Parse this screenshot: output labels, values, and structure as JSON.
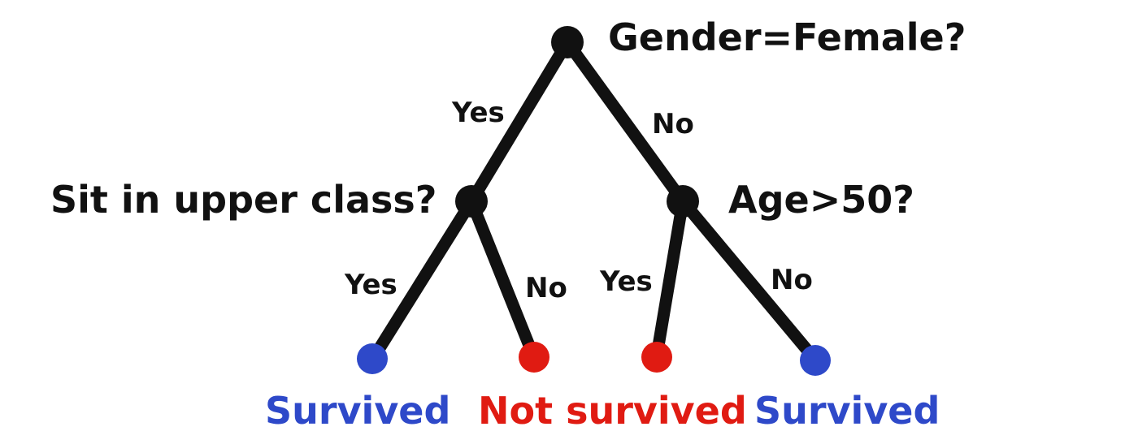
{
  "colors": {
    "node": "#111111",
    "edge": "#111111",
    "survived": "#2e49c9",
    "not_survived": "#e01b12"
  },
  "tree": {
    "root": {
      "question": "Gender=Female?",
      "yes_label": "Yes",
      "no_label": "No"
    },
    "left": {
      "question": "Sit in upper class?",
      "yes_label": "Yes",
      "no_label": "No"
    },
    "right": {
      "question": "Age>50?",
      "yes_label": "Yes",
      "no_label": "No"
    },
    "leaves": [
      {
        "label": "Survived",
        "outcome": "survived"
      },
      {
        "label": "Not survived",
        "outcome": "not_survived"
      },
      {
        "label": "Survived",
        "outcome": "survived"
      }
    ]
  }
}
